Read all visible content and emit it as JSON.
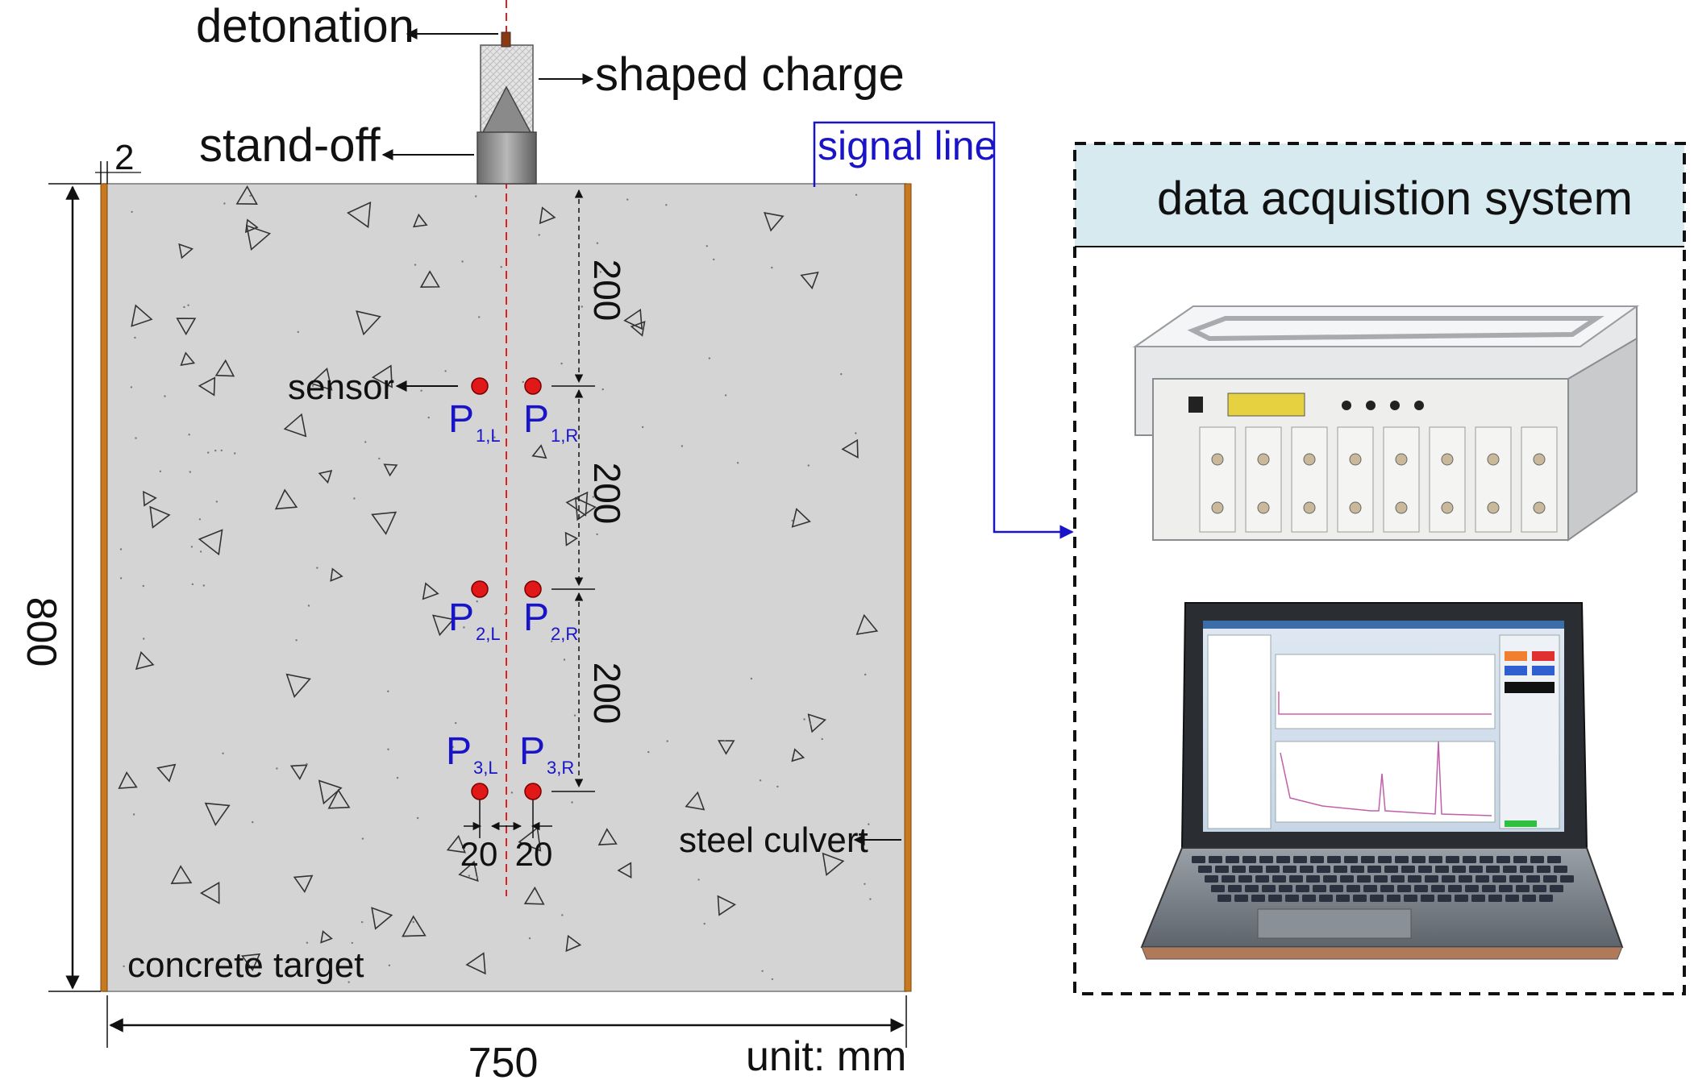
{
  "labels": {
    "detonation": "detonation",
    "shaped_charge": "shaped charge",
    "stand_off": "stand-off",
    "signal_line": "signal line",
    "sensor": "sensor",
    "steel_culvert": "steel culvert",
    "concrete_target": "concrete target",
    "unit": "unit: mm",
    "data_acquisition_title": "data acquistion system"
  },
  "dimensions": {
    "width": "750",
    "height": "800",
    "liner": "2",
    "spacing_1": "200",
    "spacing_2": "200",
    "spacing_3": "200",
    "offset_left": "20",
    "offset_right": "20"
  },
  "sensors": [
    {
      "id": "P1L",
      "main": "P",
      "sub": "1,L"
    },
    {
      "id": "P1R",
      "main": "P",
      "sub": "1,R"
    },
    {
      "id": "P2L",
      "main": "P",
      "sub": "2,L"
    },
    {
      "id": "P2R",
      "main": "P",
      "sub": "2,R"
    },
    {
      "id": "P3L",
      "main": "P",
      "sub": "3,L"
    },
    {
      "id": "P3R",
      "main": "P",
      "sub": "3,R"
    }
  ],
  "colors": {
    "concrete": "#d4d4d4",
    "steel_culvert": "#c8781e",
    "sensor": "#e01818",
    "axis_line": "#e02020",
    "signal": "#1a14c8",
    "daq_header": "#d6eaf0"
  }
}
